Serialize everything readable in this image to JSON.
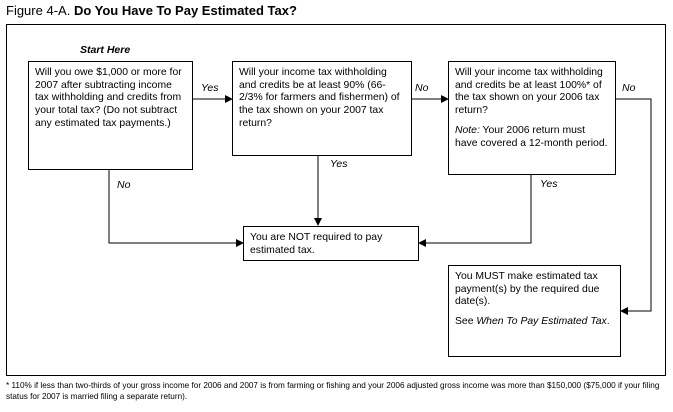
{
  "figure": {
    "number": "Figure 4-A.",
    "title": "Do You Have To Pay Estimated Tax?"
  },
  "start_label": "Start Here",
  "boxes": {
    "q1": "Will you owe $1,000 or more for 2007 after subtracting income tax withholding and credits from your total tax? (Do not subtract any estimated tax payments.)",
    "q2": "Will your income tax withholding and credits be at least 90% (66-2/3% for farmers and fishermen) of the tax shown on your 2007 tax return?",
    "q3": "Will your income tax withholding and credits be at least 100%* of the tax shown on your 2006 tax return?",
    "q3_note_label": "Note:",
    "q3_note_text": " Your 2006 return must have covered a 12-month period.",
    "not_required": "You are NOT required to pay estimated tax.",
    "must_pay": "You MUST make estimated tax payment(s) by the required due date(s).",
    "see_prefix": "See ",
    "see_link": "When To Pay Estimated Tax",
    "see_suffix": "."
  },
  "edges": {
    "q1_yes": "Yes",
    "q1_no": "No",
    "q2_no": "No",
    "q2_yes": "Yes",
    "q3_no": "No",
    "q3_yes": "Yes"
  },
  "footnote": "* 110% if less than two-thirds of your gross income for 2006 and 2007 is from farming or fishing and your 2006 adjusted gross income was more than $150,000 ($75,000 if your filing status for 2007 is married filing a separate return)."
}
